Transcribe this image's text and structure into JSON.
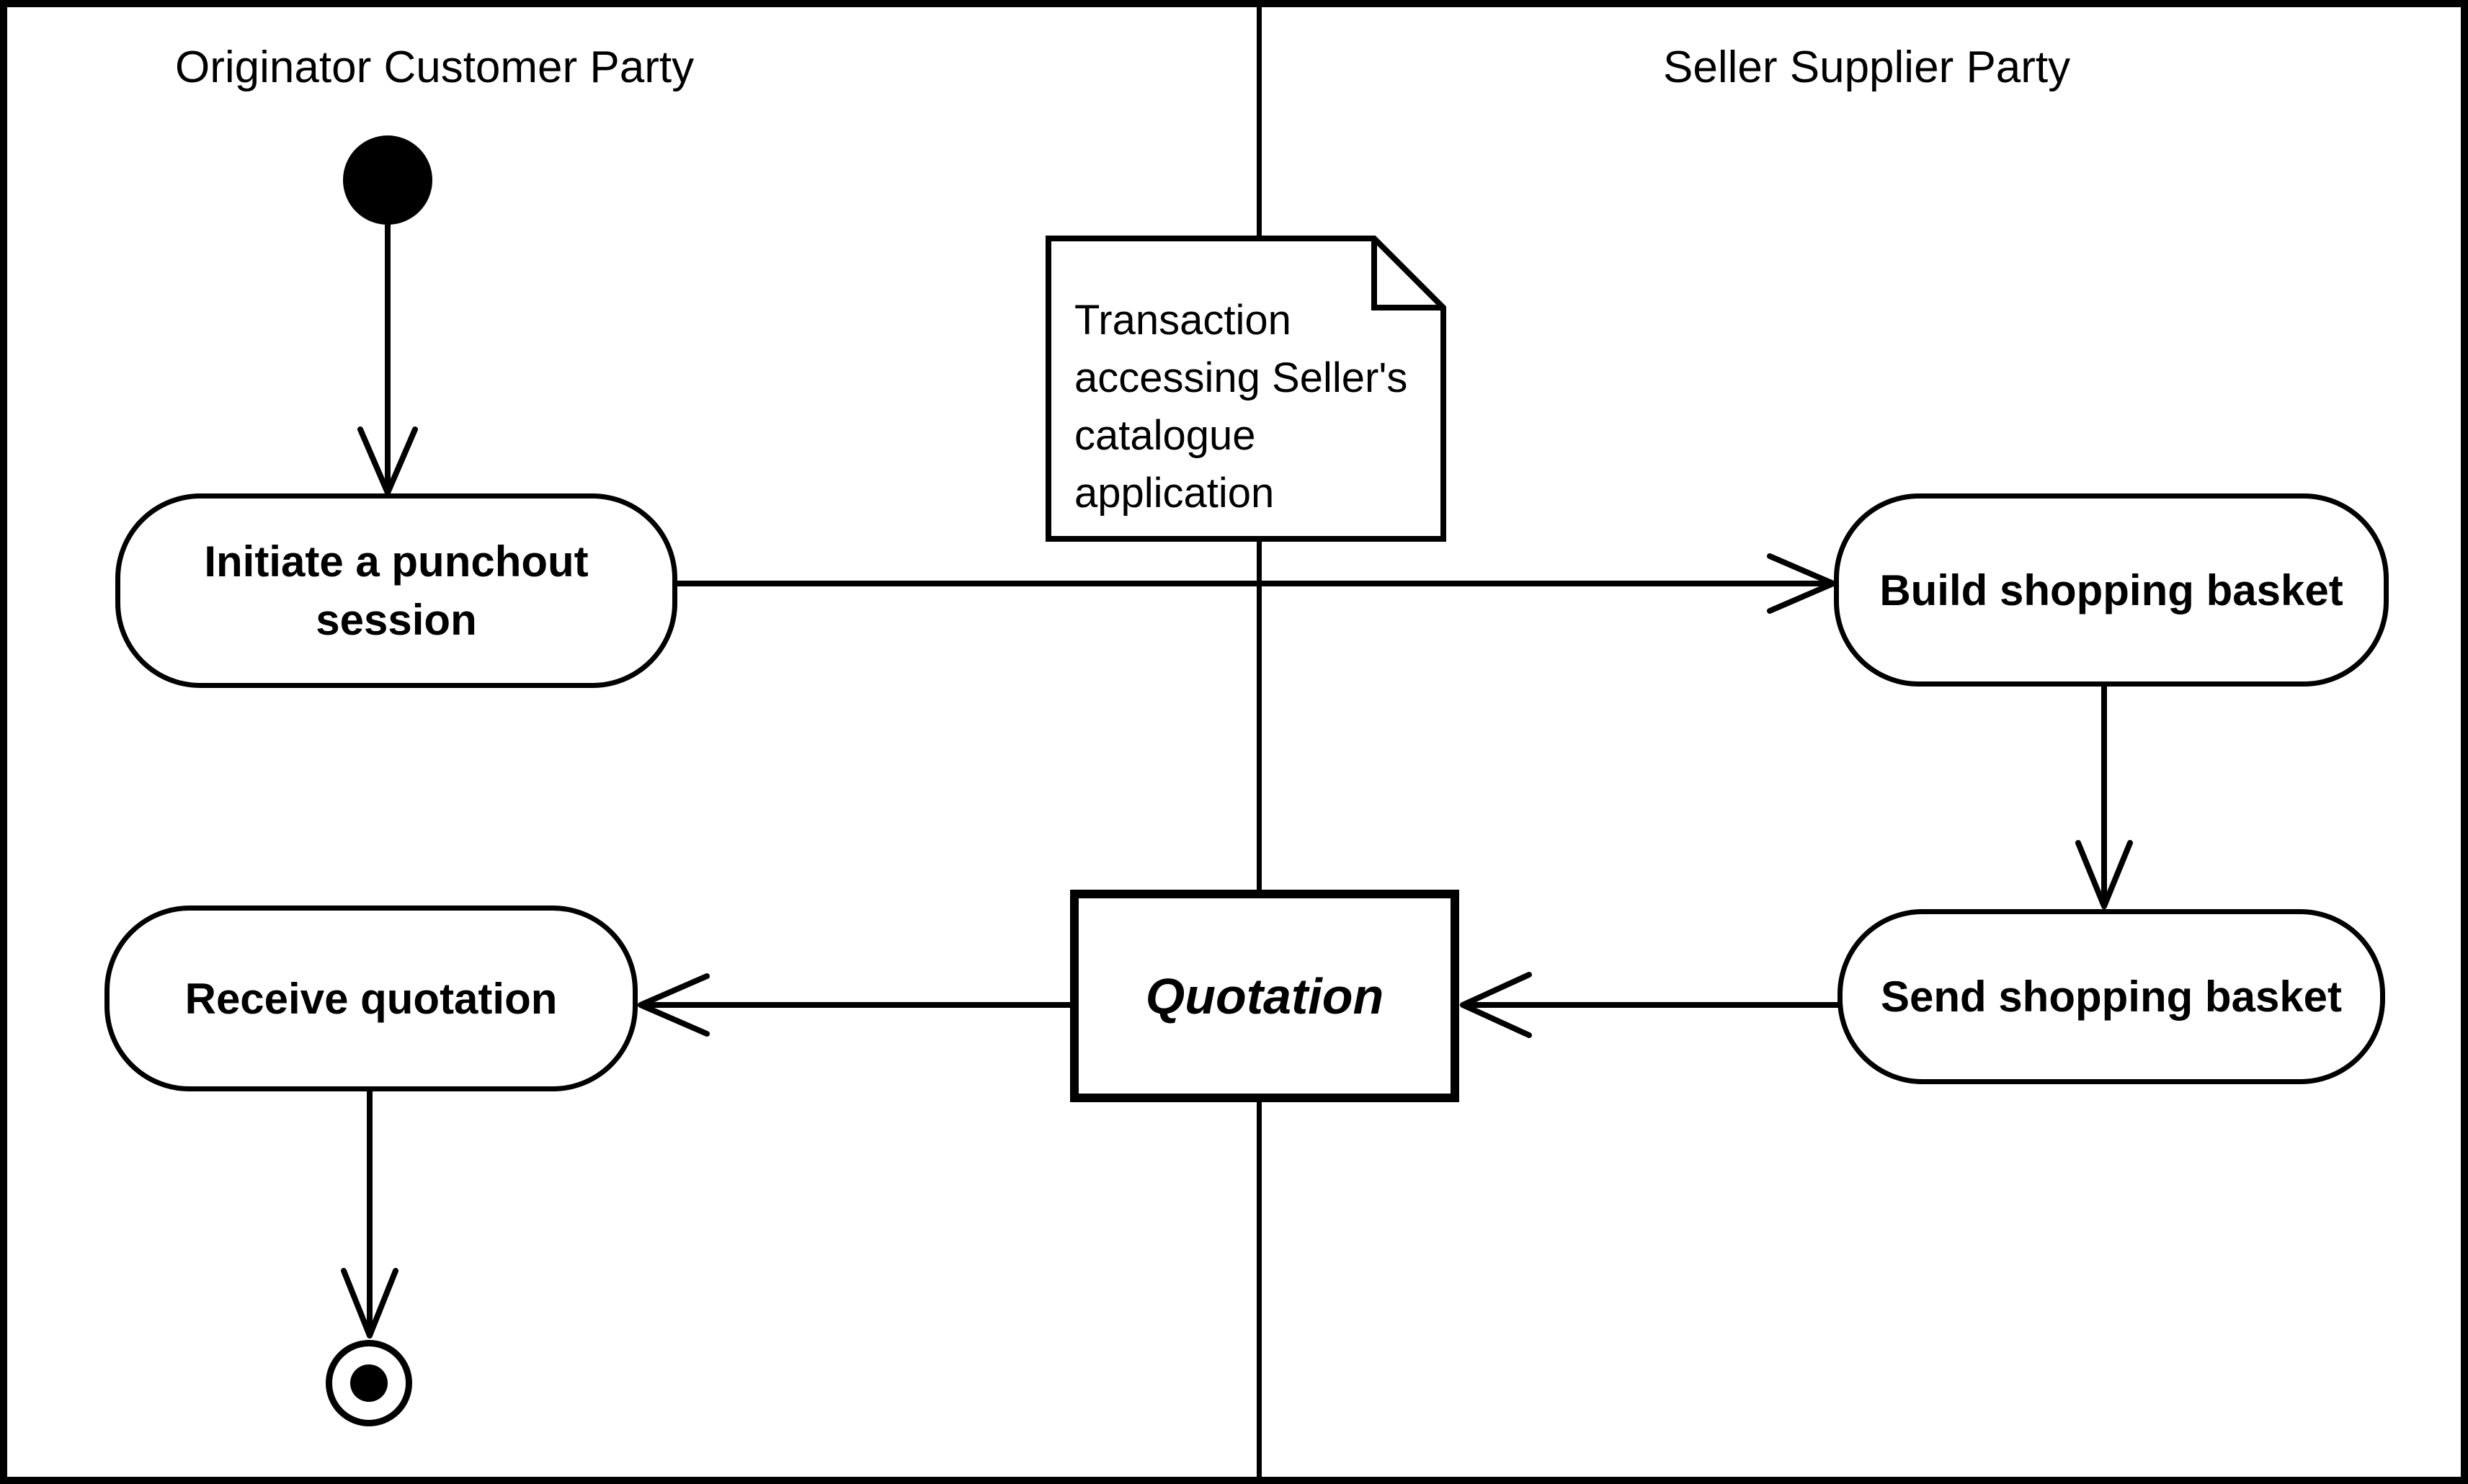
{
  "lanes": {
    "left": {
      "title": "Originator Customer Party"
    },
    "right": {
      "title": "Seller Supplier Party"
    }
  },
  "nodes": {
    "initiate": {
      "label": "Initiate a punchout session"
    },
    "build": {
      "label": "Build shopping basket"
    },
    "send": {
      "label": "Send shopping basket"
    },
    "quotation": {
      "label": "Quotation"
    },
    "receive": {
      "label": "Receive quotation"
    }
  },
  "note": {
    "lines": [
      "Transaction",
      "accessing Seller's",
      "catalogue",
      "application"
    ]
  },
  "colors": {
    "ink": "#000000",
    "paper": "#ffffff"
  }
}
